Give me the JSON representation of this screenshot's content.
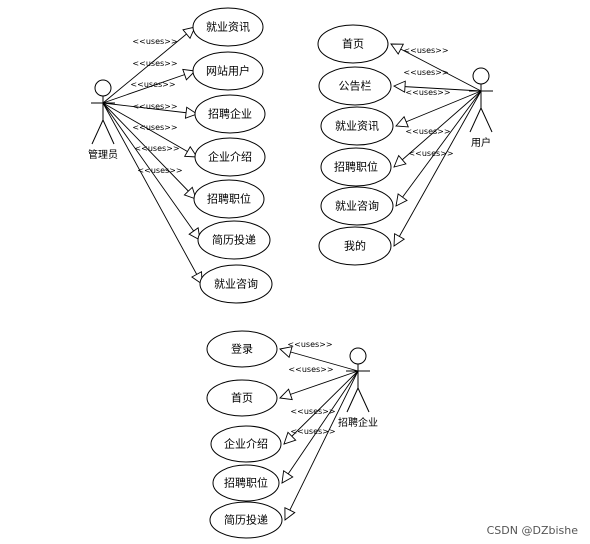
{
  "uses_label": "<<uses>>",
  "watermark": "CSDN @DZbishe",
  "diagrams": [
    {
      "actor": {
        "name": "管理员",
        "icon": "stick-figure-icon"
      },
      "use_cases": [
        "就业资讯",
        "网站用户",
        "招聘企业",
        "企业介绍",
        "招聘职位",
        "简历投递",
        "就业咨询"
      ]
    },
    {
      "actor": {
        "name": "用户",
        "icon": "stick-figure-icon"
      },
      "use_cases": [
        "首页",
        "公告栏",
        "就业资讯",
        "招聘职位",
        "就业咨询",
        "我的"
      ]
    },
    {
      "actor": {
        "name": "招聘企业",
        "icon": "stick-figure-icon"
      },
      "use_cases": [
        "登录",
        "首页",
        "企业介绍",
        "招聘职位",
        "简历投递"
      ]
    }
  ]
}
